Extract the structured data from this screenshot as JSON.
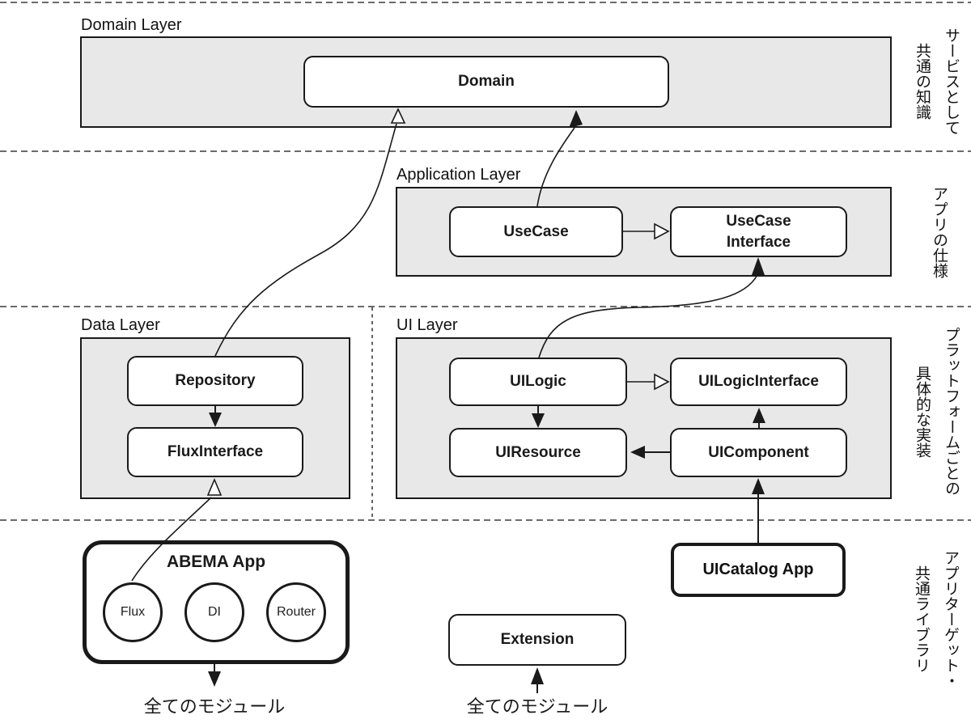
{
  "layers": {
    "domain": {
      "label": "Domain Layer"
    },
    "application": {
      "label": "Application Layer"
    },
    "data": {
      "label": "Data Layer"
    },
    "ui": {
      "label": "UI Layer"
    }
  },
  "nodes": {
    "domain": "Domain",
    "usecase": "UseCase",
    "usecase_interface": "UseCase Interface",
    "repository": "Repository",
    "flux_interface": "FluxInterface",
    "uilogic": "UILogic",
    "uilogic_interface": "UILogicInterface",
    "uiresource": "UIResource",
    "uicomponent": "UIComponent",
    "abema_app": "ABEMA App",
    "abema_modules": [
      "Flux",
      "DI",
      "Router"
    ],
    "uicatalog_app": "UICatalog App",
    "extension": "Extension"
  },
  "captions": {
    "abema_modules_target": "全てのモジュール",
    "extension_target": "全てのモジュール"
  },
  "side_notes": {
    "domain": [
      "サービスとして",
      "共通の知識"
    ],
    "application": [
      "アプリの仕様"
    ],
    "platform": [
      "プラットフォームごとの",
      "具体的な実装"
    ],
    "bottom": [
      "アプリターゲット・",
      "共通ライブラリ"
    ]
  },
  "colors": {
    "band_fill": "#e8e8e8",
    "line": "#1a1a1a",
    "background": "#ffffff"
  }
}
